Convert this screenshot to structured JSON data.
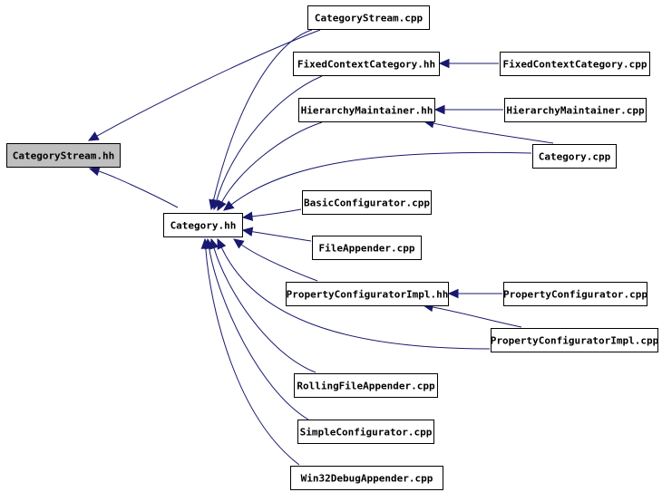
{
  "graph": {
    "nodes": [
      {
        "id": "categorystream_hh",
        "label": "CategoryStream.hh",
        "highlighted": true
      },
      {
        "id": "category_hh",
        "label": "Category.hh"
      },
      {
        "id": "categorystream_cpp",
        "label": "CategoryStream.cpp"
      },
      {
        "id": "fixedcontextcategory_hh",
        "label": "FixedContextCategory.hh"
      },
      {
        "id": "fixedcontextcategory_cpp",
        "label": "FixedContextCategory.cpp"
      },
      {
        "id": "hierarchymaintainer_hh",
        "label": "HierarchyMaintainer.hh"
      },
      {
        "id": "hierarchymaintainer_cpp",
        "label": "HierarchyMaintainer.cpp"
      },
      {
        "id": "category_cpp",
        "label": "Category.cpp"
      },
      {
        "id": "basicconfigurator_cpp",
        "label": "BasicConfigurator.cpp"
      },
      {
        "id": "fileappender_cpp",
        "label": "FileAppender.cpp"
      },
      {
        "id": "propertyconfiguratorimpl_hh",
        "label": "PropertyConfiguratorImpl.hh"
      },
      {
        "id": "propertyconfigurator_cpp",
        "label": "PropertyConfigurator.cpp"
      },
      {
        "id": "propertyconfiguratorimpl_cpp",
        "label": "PropertyConfiguratorImpl.cpp"
      },
      {
        "id": "rollingfileappender_cpp",
        "label": "RollingFileAppender.cpp"
      },
      {
        "id": "simpleconfigurator_cpp",
        "label": "SimpleConfigurator.cpp"
      },
      {
        "id": "win32debugappender_cpp",
        "label": "Win32DebugAppender.cpp"
      }
    ],
    "edges": [
      {
        "from": "category_hh",
        "to": "categorystream_hh"
      },
      {
        "from": "categorystream_cpp",
        "to": "categorystream_hh"
      },
      {
        "from": "categorystream_cpp",
        "to": "category_hh"
      },
      {
        "from": "fixedcontextcategory_hh",
        "to": "category_hh"
      },
      {
        "from": "hierarchymaintainer_hh",
        "to": "category_hh"
      },
      {
        "from": "category_cpp",
        "to": "category_hh"
      },
      {
        "from": "basicconfigurator_cpp",
        "to": "category_hh"
      },
      {
        "from": "fileappender_cpp",
        "to": "category_hh"
      },
      {
        "from": "propertyconfiguratorimpl_hh",
        "to": "category_hh"
      },
      {
        "from": "propertyconfiguratorimpl_cpp",
        "to": "category_hh"
      },
      {
        "from": "rollingfileappender_cpp",
        "to": "category_hh"
      },
      {
        "from": "simpleconfigurator_cpp",
        "to": "category_hh"
      },
      {
        "from": "win32debugappender_cpp",
        "to": "category_hh"
      },
      {
        "from": "fixedcontextcategory_cpp",
        "to": "fixedcontextcategory_hh"
      },
      {
        "from": "hierarchymaintainer_cpp",
        "to": "hierarchymaintainer_hh"
      },
      {
        "from": "category_cpp",
        "to": "hierarchymaintainer_hh"
      },
      {
        "from": "propertyconfigurator_cpp",
        "to": "propertyconfiguratorimpl_hh"
      },
      {
        "from": "propertyconfiguratorimpl_cpp",
        "to": "propertyconfiguratorimpl_hh"
      }
    ]
  },
  "colors": {
    "edge": "#191970",
    "highlight_fill": "#bfbfbf",
    "node_fill": "#ffffff",
    "border": "#000000"
  }
}
